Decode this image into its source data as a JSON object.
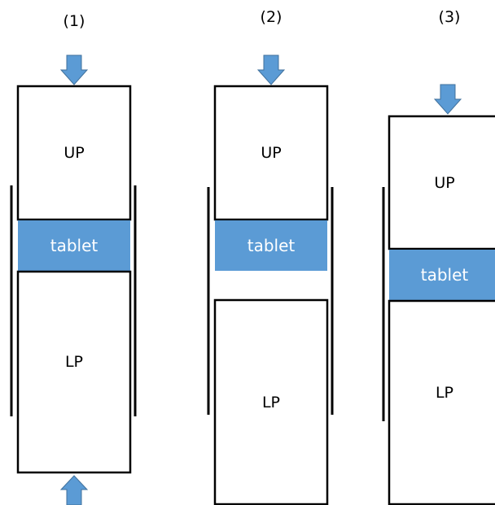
{
  "panels": [
    {
      "number": "(1)",
      "upper_punch": "UP",
      "lower_punch": "LP",
      "tablet": "tablet",
      "top_force": true,
      "bottom_force": true
    },
    {
      "number": "(2)",
      "upper_punch": "UP",
      "lower_punch": "LP",
      "tablet": "tablet",
      "top_force": true,
      "bottom_force": false
    },
    {
      "number": "(3)",
      "upper_punch": "UP",
      "lower_punch": "LP",
      "tablet": "tablet",
      "top_force": true,
      "bottom_force": false
    }
  ],
  "colors": {
    "tablet_fill": "#5b9bd5",
    "arrow_fill": "#5b9bd5",
    "arrow_stroke": "#41719c",
    "outline": "#000000",
    "tablet_text": "#ffffff"
  }
}
